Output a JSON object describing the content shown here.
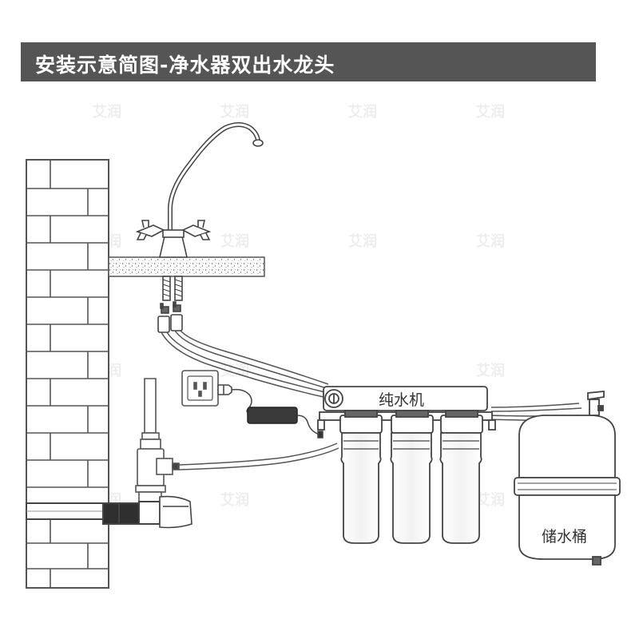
{
  "title": "安装示意简图-净水器双出水龙头",
  "labels": {
    "machine": "纯水机",
    "tank": "储水桶"
  },
  "watermark": "艾润",
  "icons": [
    "faucet-icon",
    "power-socket-icon",
    "power-adapter-icon",
    "ball-valve-icon"
  ]
}
